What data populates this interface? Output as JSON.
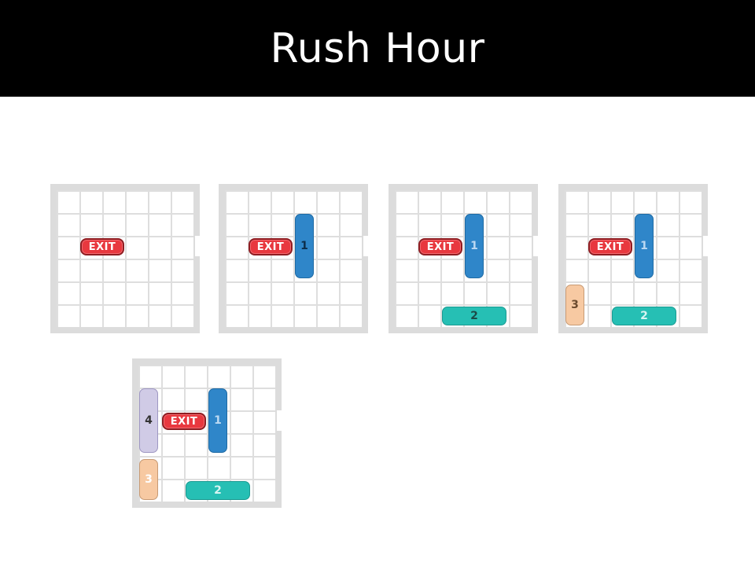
{
  "title": "Rush Hour",
  "labels": {
    "exit": "EXIT",
    "car1": "1",
    "car2": "2",
    "car3": "3",
    "car4": "4"
  },
  "colors": {
    "exit": "#e8383f",
    "car1": "#2f86c9",
    "car2": "#26bfb4",
    "car3": "#f7c9a2",
    "car4": "#d0cbe6"
  }
}
